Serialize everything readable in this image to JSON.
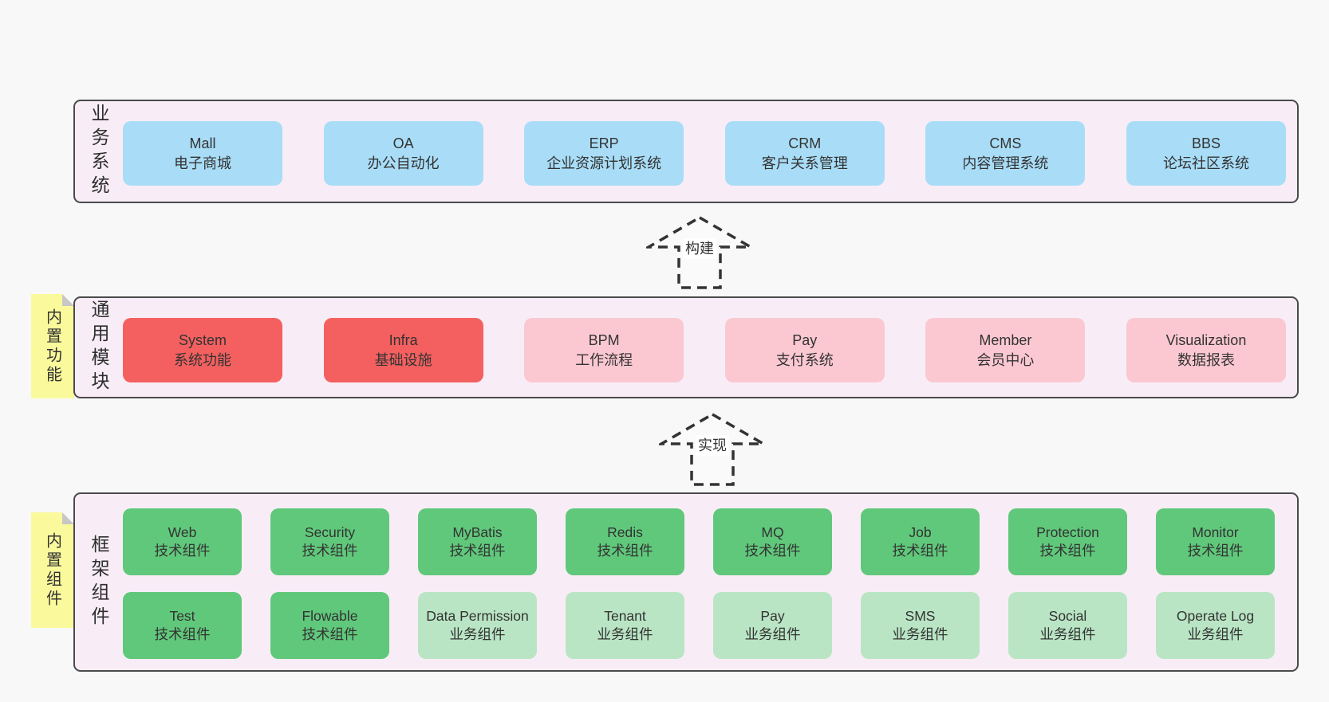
{
  "layer_business": {
    "label": "业务系统",
    "boxes": [
      {
        "en": "Mall",
        "zh": "电子商城",
        "variant": "blue"
      },
      {
        "en": "OA",
        "zh": "办公自动化",
        "variant": "blue"
      },
      {
        "en": "ERP",
        "zh": "企业资源计划系统",
        "variant": "blue"
      },
      {
        "en": "CRM",
        "zh": "客户关系管理",
        "variant": "blue"
      },
      {
        "en": "CMS",
        "zh": "内容管理系统",
        "variant": "blue"
      },
      {
        "en": "BBS",
        "zh": "论坛社区系统",
        "variant": "blue"
      }
    ]
  },
  "arrow_build": {
    "label": "构建"
  },
  "layer_modules": {
    "label": "通用模块",
    "sticky": "内置功能",
    "boxes": [
      {
        "en": "System",
        "zh": "系统功能",
        "variant": "red"
      },
      {
        "en": "Infra",
        "zh": "基础设施",
        "variant": "red"
      },
      {
        "en": "BPM",
        "zh": "工作流程",
        "variant": "pink"
      },
      {
        "en": "Pay",
        "zh": "支付系统",
        "variant": "pink"
      },
      {
        "en": "Member",
        "zh": "会员中心",
        "variant": "pink"
      },
      {
        "en": "Visualization",
        "zh": "数据报表",
        "variant": "pink"
      }
    ]
  },
  "arrow_implement": {
    "label": "实现"
  },
  "layer_framework": {
    "label": "框架组件",
    "sticky": "内置组件",
    "row1": [
      {
        "en": "Web",
        "zh": "技术组件",
        "variant": "green"
      },
      {
        "en": "Security",
        "zh": "技术组件",
        "variant": "green"
      },
      {
        "en": "MyBatis",
        "zh": "技术组件",
        "variant": "green"
      },
      {
        "en": "Redis",
        "zh": "技术组件",
        "variant": "green"
      },
      {
        "en": "MQ",
        "zh": "技术组件",
        "variant": "green"
      },
      {
        "en": "Job",
        "zh": "技术组件",
        "variant": "green"
      },
      {
        "en": "Protection",
        "zh": "技术组件",
        "variant": "green"
      },
      {
        "en": "Monitor",
        "zh": "技术组件",
        "variant": "green"
      }
    ],
    "row2": [
      {
        "en": "Test",
        "zh": "技术组件",
        "variant": "green"
      },
      {
        "en": "Flowable",
        "zh": "技术组件",
        "variant": "green"
      },
      {
        "en": "Data Permission",
        "zh": "业务组件",
        "variant": "green-light"
      },
      {
        "en": "Tenant",
        "zh": "业务组件",
        "variant": "green-light"
      },
      {
        "en": "Pay",
        "zh": "业务组件",
        "variant": "green-light"
      },
      {
        "en": "SMS",
        "zh": "业务组件",
        "variant": "green-light"
      },
      {
        "en": "Social",
        "zh": "业务组件",
        "variant": "green-light"
      },
      {
        "en": "Operate Log",
        "zh": "业务组件",
        "variant": "green-light"
      }
    ]
  },
  "colors": {
    "page_bg": "#f8f8f8",
    "panel_bg": "#f8edf6",
    "panel_border": "#4a4a4a",
    "box_blue": "#a9ddf7",
    "box_red": "#f3605f",
    "box_pink": "#fbc8d2",
    "box_green": "#60c87b",
    "box_green_light": "#b9e5c4",
    "sticky_yellow": "#fafa9c",
    "sticky_fold": "#c7c7c7",
    "text": "#333333"
  }
}
